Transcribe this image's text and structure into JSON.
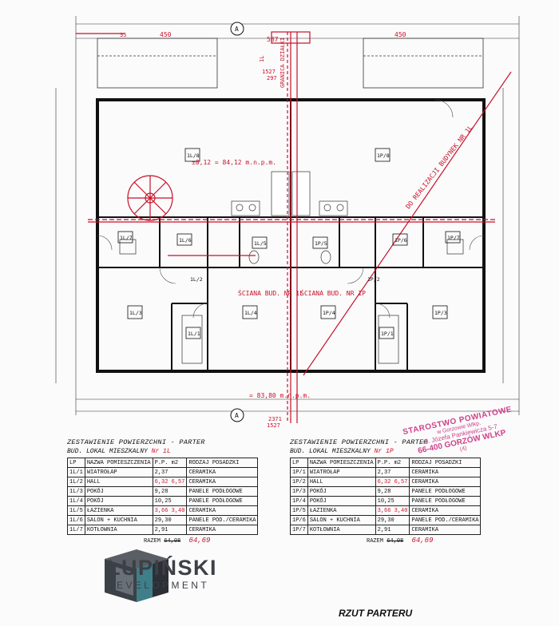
{
  "sheet": {
    "title": "RZUT PARTERU",
    "brand_name": "ŁUPIŃSKI",
    "brand_sub": "DEVELOPMENT"
  },
  "dimensions": {
    "top_left": "450",
    "top_right": "450",
    "top_center": "587",
    "side_small": "35",
    "mid_1": "1527",
    "mid_2": "297",
    "bottom_1": "2371",
    "bottom_2": "1527",
    "level_top": "±0,12 = 84,12 m.n.p.m.",
    "level_bottom": "= 83,80 m.n.p.m.",
    "axis": "A",
    "site": "1L"
  },
  "rooms_left": [
    "1L/8",
    "1L/7",
    "1L/6",
    "1L/5",
    "1L/3",
    "1L/4",
    "1L/1",
    "1L/2"
  ],
  "rooms_right": [
    "1P/8",
    "1P/7",
    "1P/6",
    "1P/5",
    "1P/3",
    "1P/4",
    "1P/1",
    "1P/2"
  ],
  "annotations": {
    "red_1": "GRANICA DZIAŁKI",
    "red_2": "DO REALIZACJI BUDYNEK NR 1L",
    "wall_left": "ŚCIANA BUD. NR 1L",
    "wall_right": "ŚCIANA BUD. NR 1P"
  },
  "table_left": {
    "title": "ZESTAWIENIE POWIERZCHNI - PARTER",
    "subtitle_prefix": "BUD. LOKAL MIESZKALNY",
    "subtitle_hand": "Nr 1L",
    "headers": [
      "LP",
      "NAZWA POMIESZCZENIA",
      "P.P. m2",
      "RODZAJ POSADZKI"
    ],
    "rows": [
      [
        "1L/1",
        "WIATROŁAP",
        "2,37",
        "CERAMIKA"
      ],
      [
        "1L/2",
        "HALL",
        "6,32 6,57",
        "CERAMIKA"
      ],
      [
        "1L/3",
        "POKÓJ",
        "9,28",
        "PANELE PODŁOGOWE"
      ],
      [
        "1L/4",
        "POKÓJ",
        "10,25",
        "PANELE PODŁOGOWE"
      ],
      [
        "1L/5",
        "ŁAZIENKA",
        "3,66 3,40",
        "CERAMIKA"
      ],
      [
        "1L/6",
        "SALON + KUCHNIA",
        "29,30",
        "PANELE POD./CERAMIKA"
      ],
      [
        "1L/7",
        "KOTŁOWNIA",
        "2,91",
        "CERAMIKA"
      ]
    ],
    "total_label": "RAZEM",
    "total_old": "64,08",
    "total_new": "64,69"
  },
  "table_right": {
    "title": "ZESTAWIENIE POWIERZCHNI - PARTER",
    "subtitle_prefix": "BUD. LOKAL MIESZKALNY",
    "subtitle_hand": "Nr 1P",
    "headers": [
      "LP",
      "NAZWA POMIESZCZENIA",
      "P.P. m2",
      "RODZAJ POSADZKI"
    ],
    "rows": [
      [
        "1P/1",
        "WIATROŁAP",
        "2,37",
        "CERAMIKA"
      ],
      [
        "1P/2",
        "HALL",
        "6,32 6,57",
        "CERAMIKA"
      ],
      [
        "1P/3",
        "POKÓJ",
        "9,28",
        "PANELE PODŁOGOWE"
      ],
      [
        "1P/4",
        "POKÓJ",
        "10,25",
        "PANELE PODŁOGOWE"
      ],
      [
        "1P/5",
        "ŁAZIENKA",
        "3,66 3,40",
        "CERAMIKA"
      ],
      [
        "1P/6",
        "SALON + KUCHNIA",
        "29,30",
        "PANELE POD./CERAMIKA"
      ],
      [
        "1P/7",
        "KOTŁOWNIA",
        "2,91",
        "CERAMIKA"
      ]
    ],
    "total_label": "RAZEM",
    "total_old": "64,08",
    "total_new": "64,69"
  },
  "stamp": {
    "line1": "STAROSTWO POWIATOWE",
    "line2": "w Gorzowie Wlkp.",
    "line3": "ul. Józefa Pankiewicza 5-7",
    "line4": "66-400 GORZÓW WLKP",
    "line5": "(4)"
  },
  "colors": {
    "ink": "#222222",
    "red_pen": "#c9102a",
    "stamp": "#d0408c",
    "logo_dark": "#3c4047",
    "logo_teal": "#3e7f8a"
  }
}
